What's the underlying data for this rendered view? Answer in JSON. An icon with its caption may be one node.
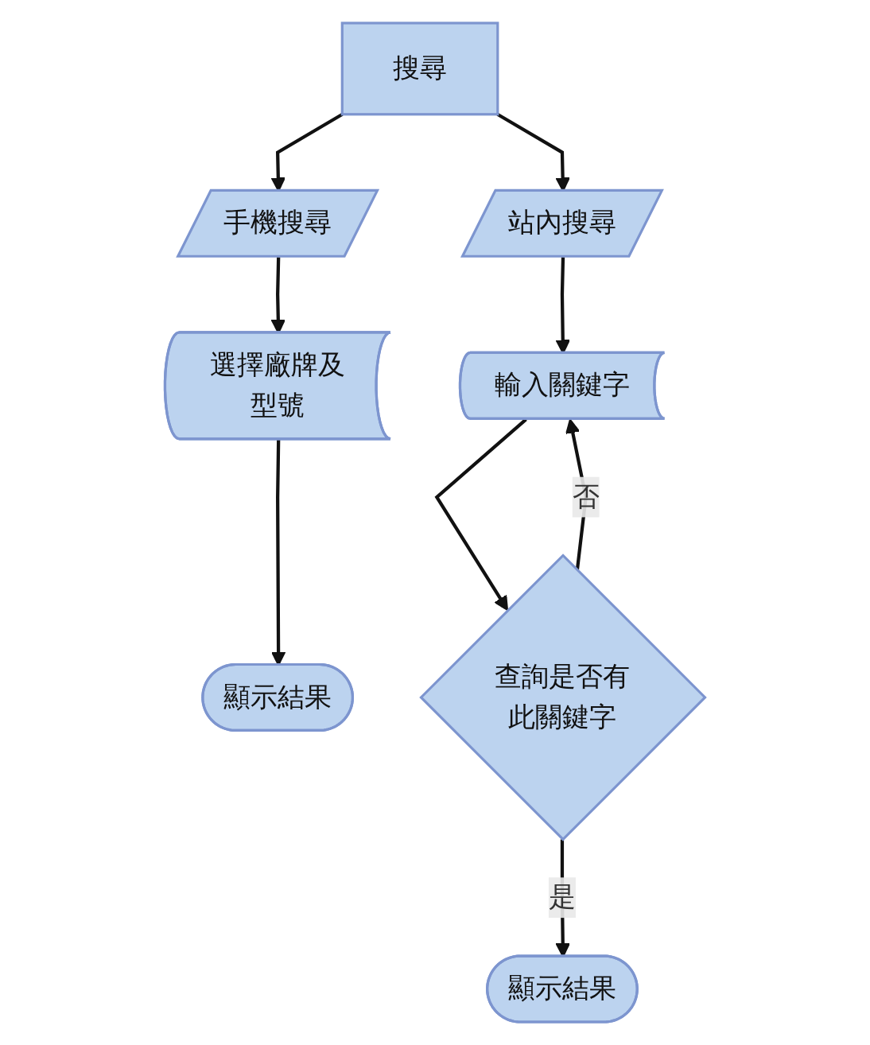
{
  "diagram": {
    "nodes": [
      {
        "text": [
          "搜尋"
        ]
      },
      {
        "text": [
          "手機搜尋"
        ]
      },
      {
        "text": [
          "站內搜尋"
        ]
      },
      {
        "text": [
          "選擇廠牌及型號"
        ]
      },
      {
        "text": [
          "輸入關鍵字"
        ]
      },
      {
        "text": [
          "顯示結果"
        ]
      },
      {
        "text": [
          "查詢是否有此關鍵字"
        ]
      },
      {
        "text": [
          "顯示結果"
        ]
      }
    ],
    "edges": [
      {
        "from": 0,
        "to": 1,
        "arrow": "to"
      },
      {
        "from": 0,
        "to": 2,
        "arrow": "to"
      },
      {
        "from": 1,
        "to": 3,
        "arrow": "to"
      },
      {
        "from": 2,
        "to": 4,
        "arrow": "to"
      },
      {
        "from": 3,
        "to": 5,
        "arrow": "to"
      },
      {
        "from": 4,
        "to": 6,
        "arrow": "to"
      },
      {
        "from": 6,
        "to": 7,
        "arrow": "to",
        "label": "是"
      },
      {
        "from": 6,
        "to": 4,
        "arrow": "to",
        "label": "否"
      }
    ]
  }
}
